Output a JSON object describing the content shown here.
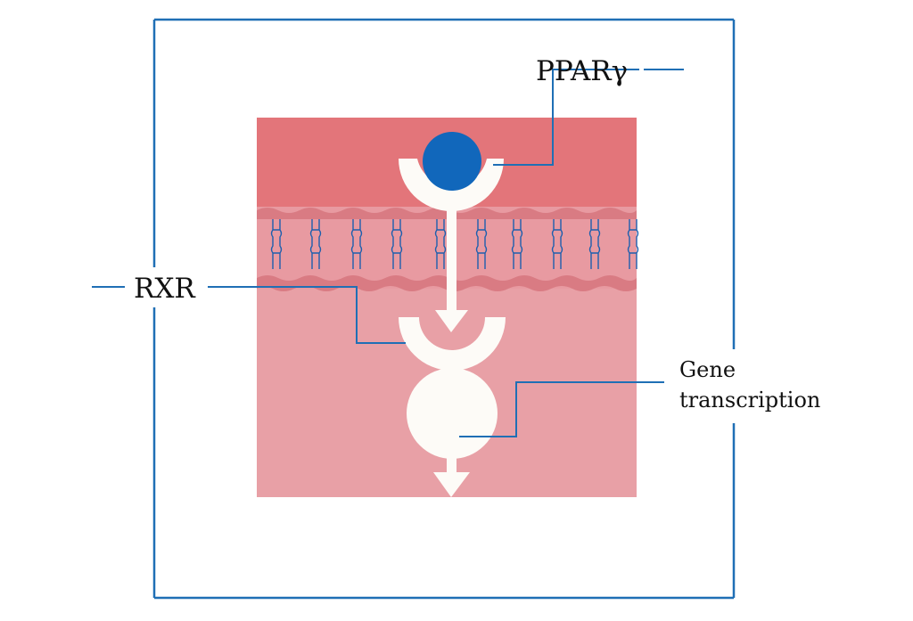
{
  "labels": {
    "ppar": "PPARγ",
    "rxr": "RXR",
    "gene_line1": "Gene",
    "gene_line2": "transcription"
  },
  "colors": {
    "frame": "#1f6fb5",
    "upper_region": "#e3757a",
    "lower_region": "#e8a0a6",
    "membrane_band": "#e89aa1",
    "membrane_edge": "#d97b83",
    "lipid_tail": "#1d5fae",
    "ligand": "#1167bb",
    "receptor_shapes": "#fdfbf7"
  }
}
